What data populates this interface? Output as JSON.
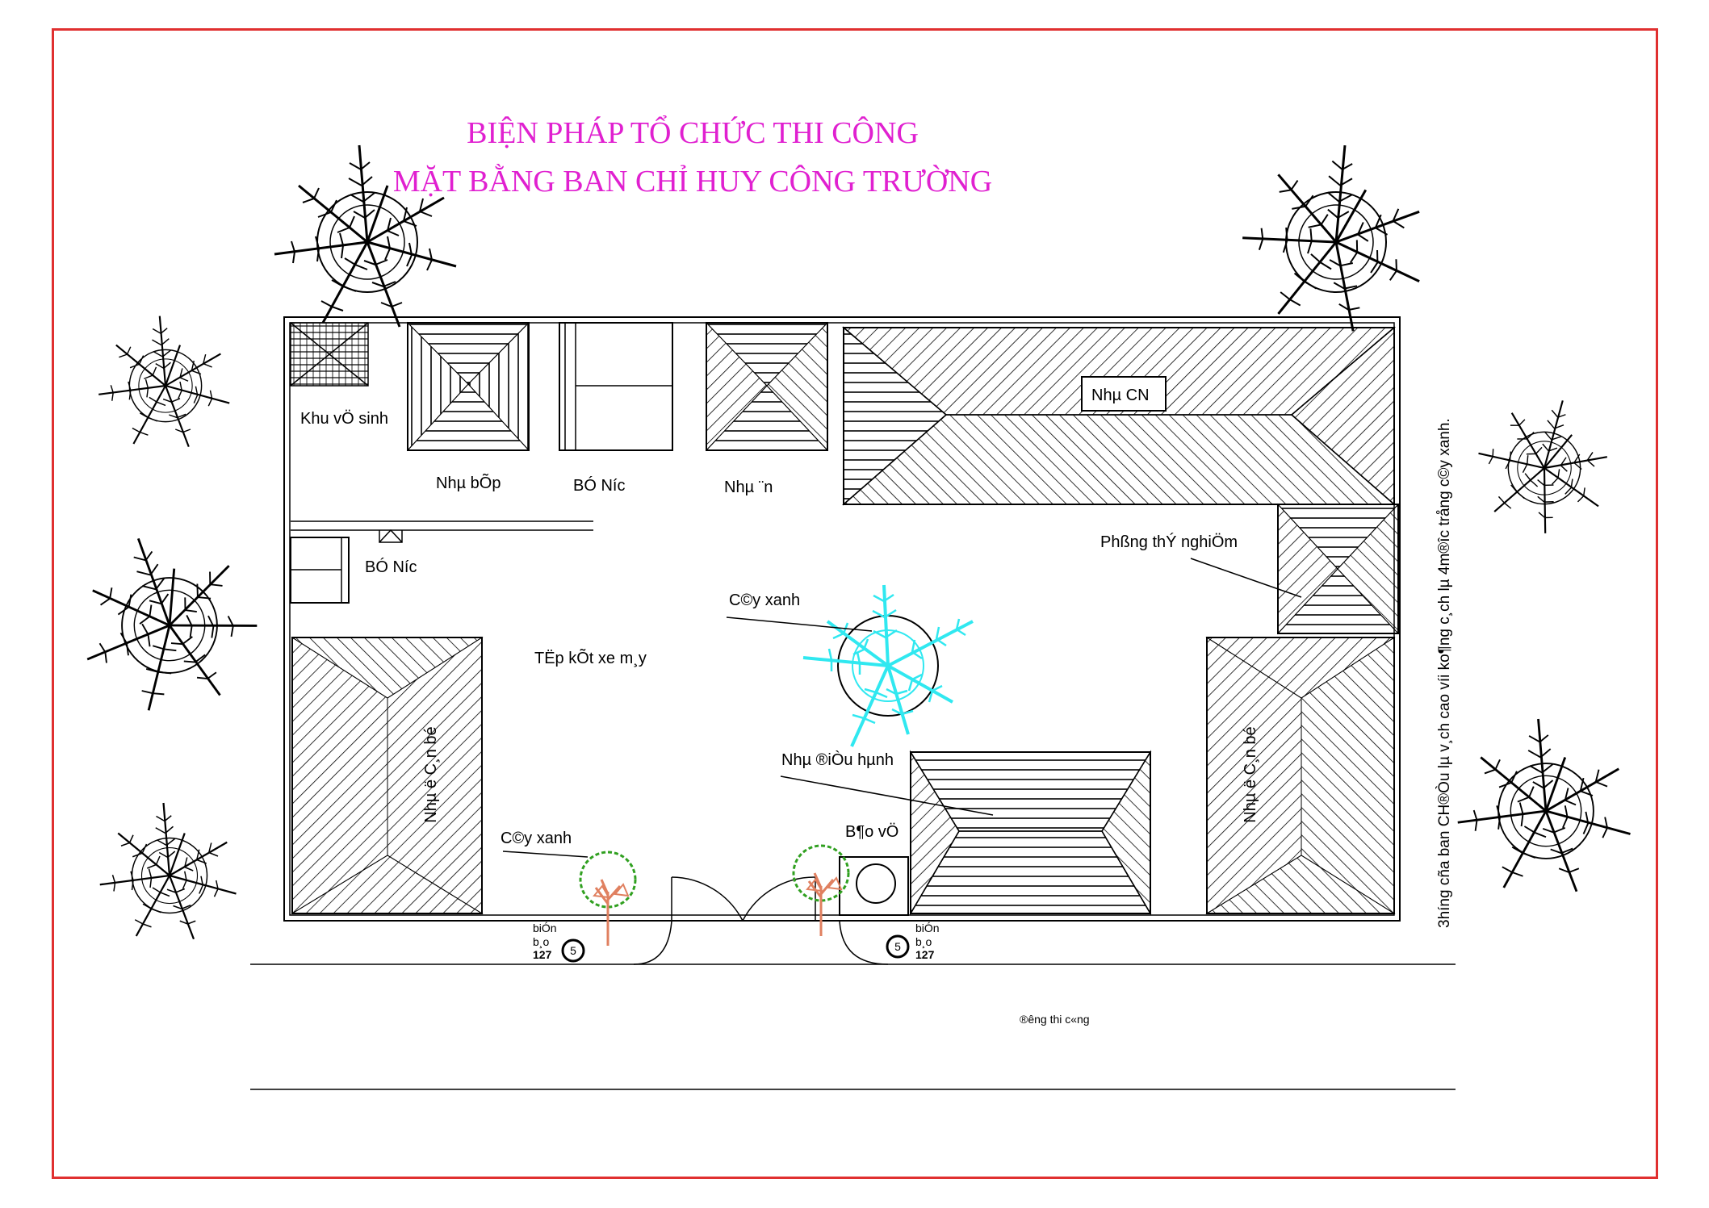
{
  "title": {
    "line1": "BIỆN PHÁP TỔ CHỨC THI CÔNG",
    "line2": "MẶT BẰNG BAN CHỈ HUY CÔNG TRƯỜNG"
  },
  "labels": {
    "khu_ve_sinh": "Khu vÖ sinh",
    "nha_bep": "Nhµ bÕp",
    "be_nuoc_top": "BÓ N­íc",
    "nha_an": "Nhµ ¨n",
    "nha_cn": "Nhµ CN",
    "be_nuoc_left": "BÓ N­íc",
    "phong_thi_nghiem": "Phßng thÝ nghiÖm",
    "cay_xanh_center": "C©y xanh",
    "tap_ket_xe_may": "TËp kÕt xe m¸y",
    "nha_o_can_bo_left": "Nhµ ë C¸n bé",
    "nha_o_can_bo_right": "Nhµ ë C¸n bé",
    "nha_dieu_hanh": "Nhµ ®iÒu hµnh",
    "cay_xanh_bottom": "C©y xanh",
    "bao_ve": "B¶o vÖ",
    "bien_bao_left_1": "biÓn",
    "bien_bao_left_2": "b¸o",
    "bien_bao_left_num": "127",
    "bien_bao_left_sign": "5",
    "bien_bao_right_1": "biÓn",
    "bien_bao_right_2": "b¸o",
    "bien_bao_right_num": "127",
    "bien_bao_right_sign": "5",
    "duong_thi_cong": "®­êng thi c«ng",
    "side_note": "3h­íng cña ban CH®Òu lµ v¸ch cao víi ko¶ng c¸ch lµ 4m®­îc trång c©y xanh."
  },
  "colors": {
    "frame": "#e03030",
    "title": "#e020d0",
    "tree_highlight": "#30e8f0",
    "small_tree": "#30a020",
    "trunk": "#e08060"
  }
}
